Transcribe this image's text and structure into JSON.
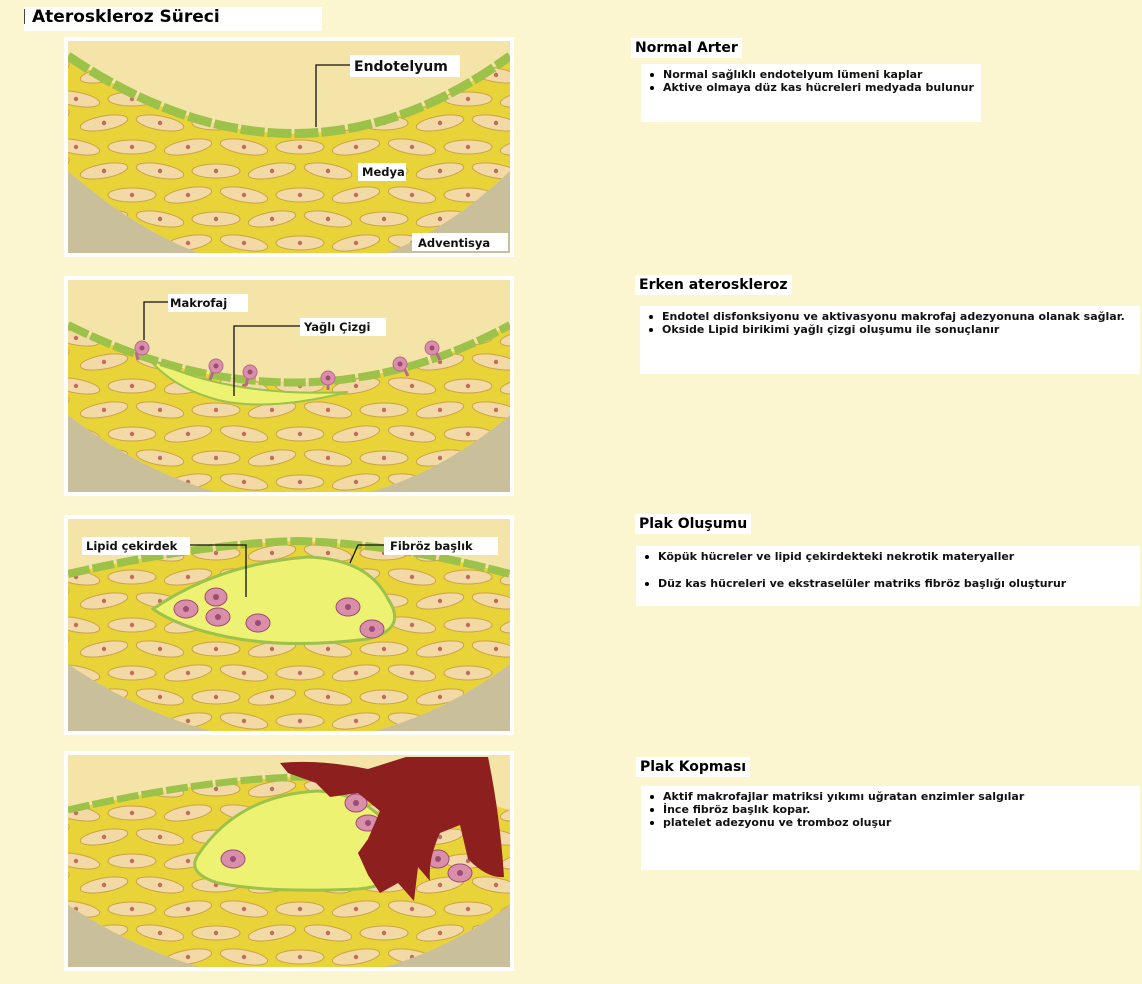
{
  "title": "Ateroskleroz Süreci",
  "panels": [
    {
      "labels": {
        "endotelyum": "Endotelyum",
        "medya": "Medya",
        "adventisya": "Adventisya"
      }
    },
    {
      "labels": {
        "makrofaj": "Makrofaj",
        "yagli_cizgi": "Yağlı Çizgi"
      }
    },
    {
      "labels": {
        "lipid_cekirdek": "Lipid çekirdek",
        "fibroz_baslik": "Fibröz başlık"
      }
    },
    {
      "labels": {}
    }
  ],
  "stages": [
    {
      "heading": "Normal Arter",
      "bullets": [
        "Normal sağlıklı endotelyum lümeni kaplar",
        "Aktive olmaya düz kas hücreleri medyada bulunur"
      ]
    },
    {
      "heading": "Erken ateroskleroz",
      "bullets": [
        "Endotel disfonksiyonu ve aktivasyonu makrofaj adezyonuna olanak sağlar.",
        "Okside Lipid birikimi yağlı çizgi oluşumu ile sonuçlanır"
      ]
    },
    {
      "heading": "Plak Oluşumu",
      "bullets": [
        "Köpük hücreler ve lipid çekirdekteki nekrotik materyaller",
        "Düz kas hücreleri ve ekstraselüler matriks fibröz başlığı oluşturur"
      ]
    },
    {
      "heading": "Plak Kopması",
      "bullets": [
        "Aktif makrofajlar matriksi yıkımı uğratan enzimler salgılar",
        "İnce fibröz başlık kopar.",
        "platelet adezyonu ve tromboz oluşur"
      ]
    }
  ],
  "colors": {
    "background": "#fbf6cf",
    "lumen": "#f4e4a8",
    "media": "#e8d338",
    "adventitia": "#cabf9b",
    "endothelium": "#9cc24a",
    "cell": "#f3d9a6",
    "lipid": "#eef272",
    "macrophage": "#d98eaa",
    "thrombus": "#8e1f1f"
  }
}
